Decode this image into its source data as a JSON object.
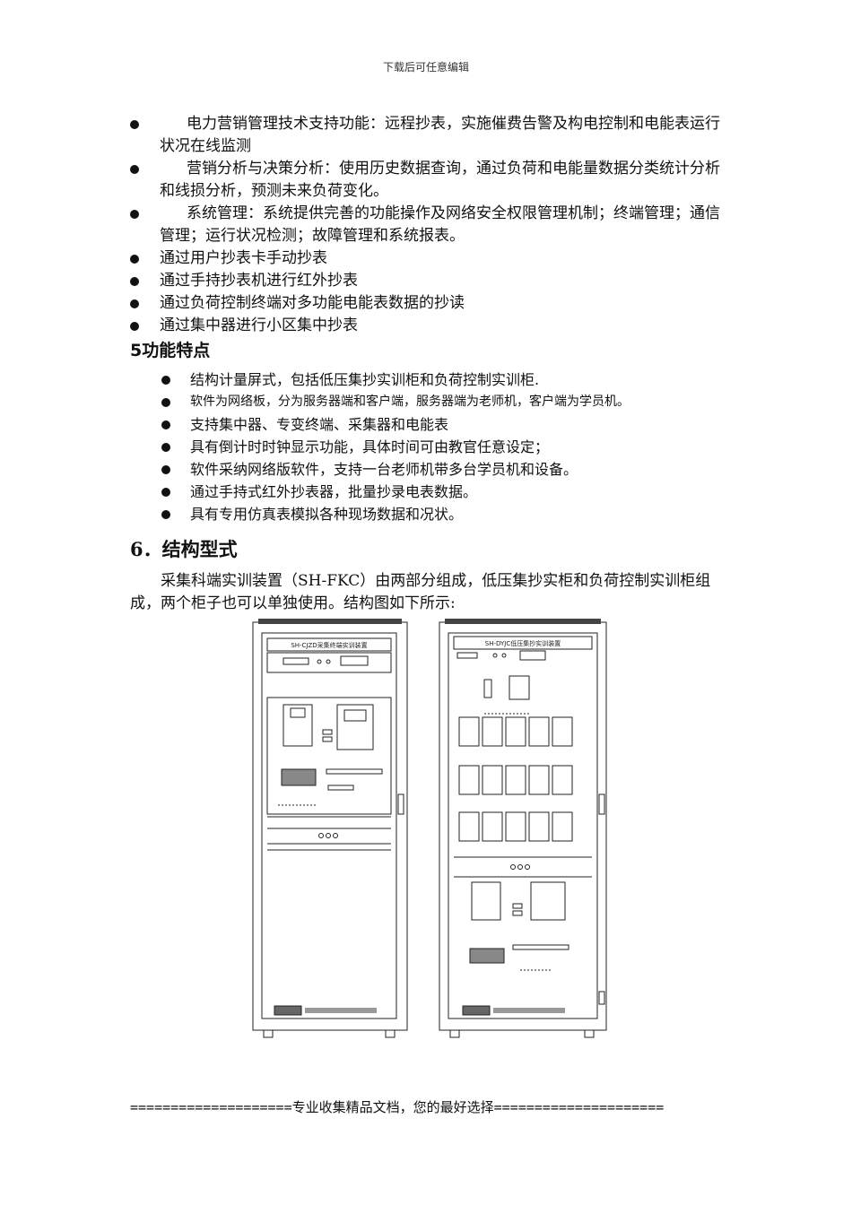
{
  "header": "下载后可任意编辑",
  "bullets1": [
    "电力营销管理技术支持功能：远程抄表，实施催费告警及构电控制和电能表运行状况在线监测",
    "营销分析与决策分析：使用历史数据查询，通过负荷和电能量数据分类统计分析和线损分析，预测未来负荷变化。",
    "系统管理：系统提供完善的功能操作及网络安全权限管理机制；终端管理；通信管理；运行状况检测；故障管理和系统报表。",
    "通过用户抄表卡手动抄表",
    "通过手持抄表机进行红外抄表",
    "通过负荷控制终端对多功能电能表数据的抄读",
    "通过集中器进行小区集中抄表"
  ],
  "section5_title": "5功能特点",
  "bullets2": [
    "结构计量屏式，包括低压集抄实训柜和负荷控制实训柜.",
    "软件为网络板，分为服务器端和客户端，服务器端为老师机，客户端为学员机。",
    "支持集中器、专变终端、采集器和电能表",
    "具有倒计时时钟显示功能，具体时间可由教官任意设定；",
    "软件采纳网络版软件，支持一台老师机带多台学员机和设备。",
    "通过手持式红外抄表器，批量抄录电表数据。",
    "具有专用仿真表模拟各种现场数据和况状。"
  ],
  "section6_title": "6．结构型式",
  "paragraph": "采集科端实训装置（SH-FKC）由两部分组成，低压集抄实柜和负荷控制实训柜组成，两个柜子也可以单独使用。结构图如下所示:",
  "figure": {
    "left_cabinet_label": "SH-CJZD采集终端实训装置",
    "right_cabinet_label": "SH-DYJC低压集抄实训装置"
  },
  "footer": "====================专业收集精品文档，您的最好选择====================="
}
